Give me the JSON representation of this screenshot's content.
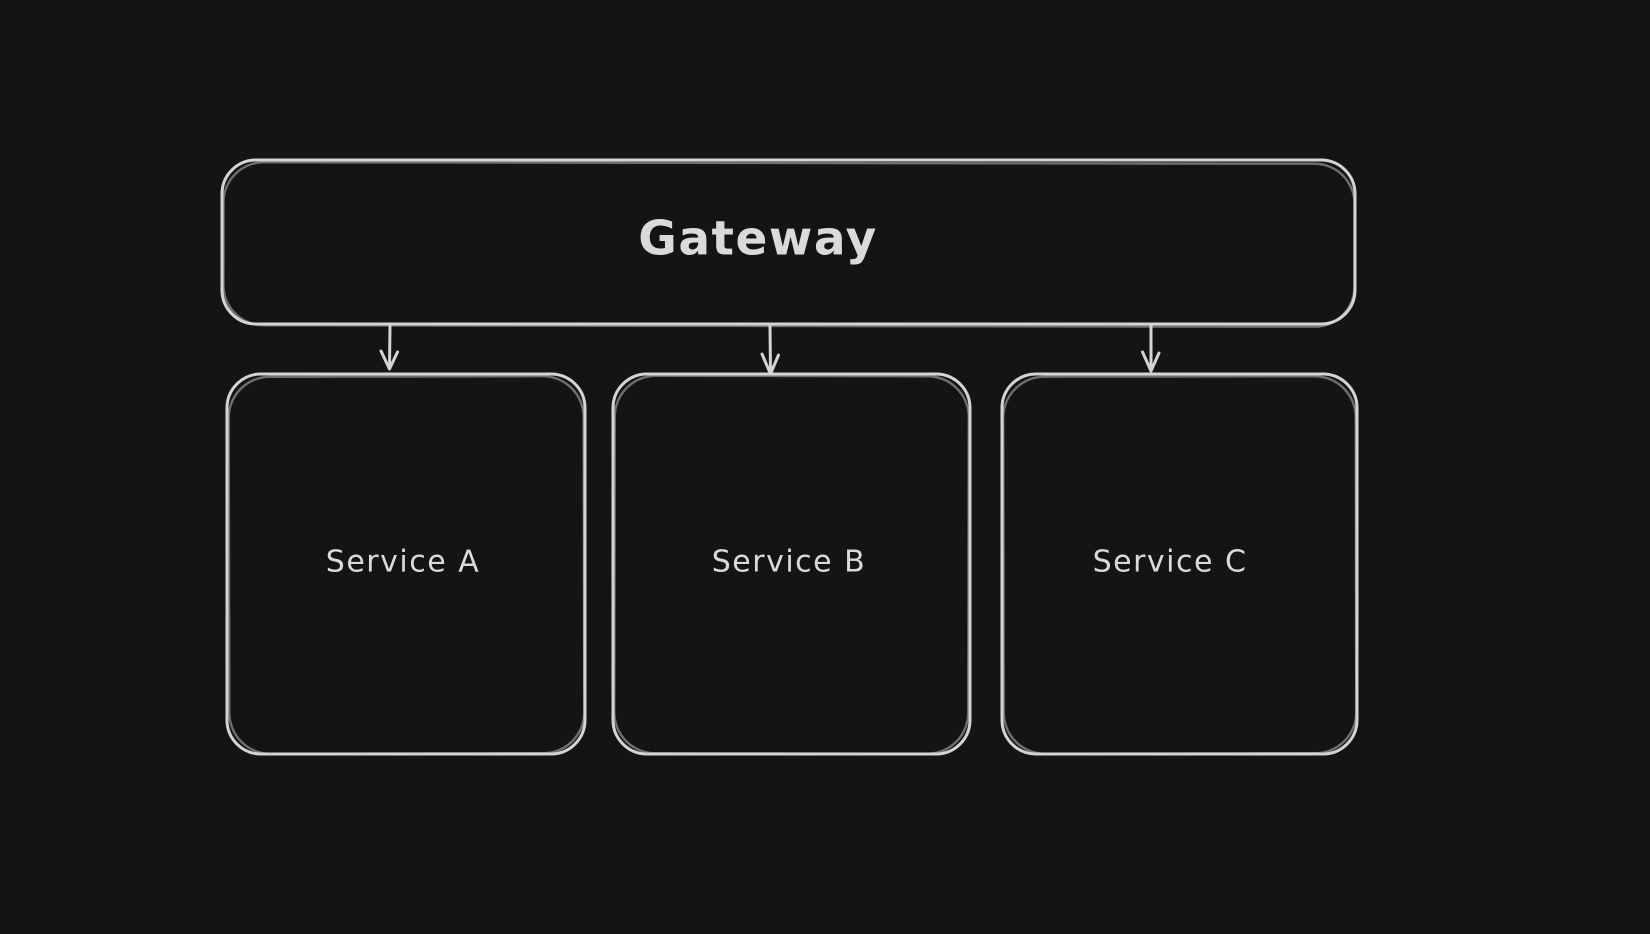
{
  "colors": {
    "background": "#141414",
    "stroke": "#d4d4d4",
    "text": "#dadada"
  },
  "diagram": {
    "nodes": [
      {
        "id": "gateway",
        "label": "Gateway"
      },
      {
        "id": "service-a",
        "label": "Service A"
      },
      {
        "id": "service-b",
        "label": "Service B"
      },
      {
        "id": "service-c",
        "label": "Service C"
      }
    ],
    "edges": [
      {
        "from": "gateway",
        "to": "service-a",
        "type": "arrow"
      },
      {
        "from": "gateway",
        "to": "service-b",
        "type": "arrow"
      },
      {
        "from": "gateway",
        "to": "service-c",
        "type": "arrow"
      }
    ]
  }
}
